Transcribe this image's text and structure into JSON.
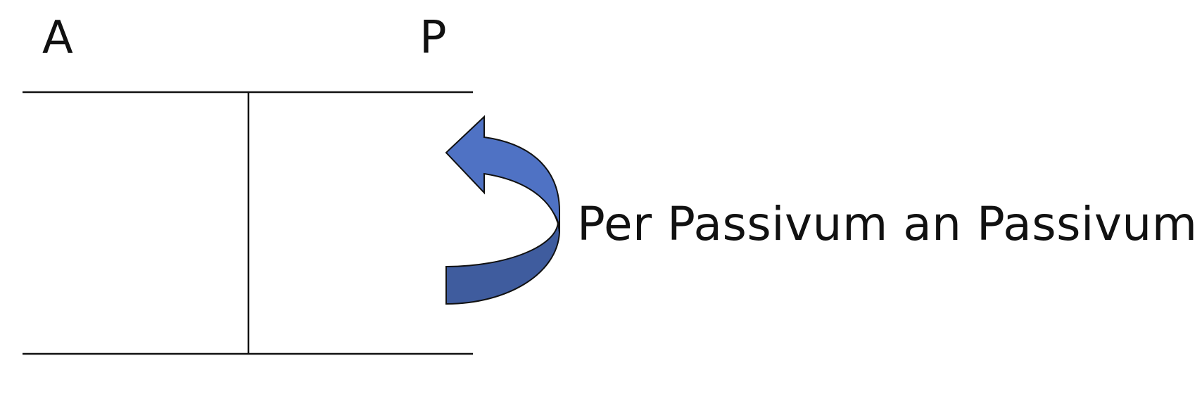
{
  "diagram": {
    "left_side_label": "A",
    "right_side_label": "P",
    "booking_label": "Per Passivum an Passivum"
  },
  "colors": {
    "line": "#111111",
    "arrow_fill_top": "#4F72C4",
    "arrow_fill_bottom": "#3F5C9E",
    "arrow_stroke": "#111111"
  },
  "icons": {
    "arrow": "curved-arrow-icon"
  }
}
